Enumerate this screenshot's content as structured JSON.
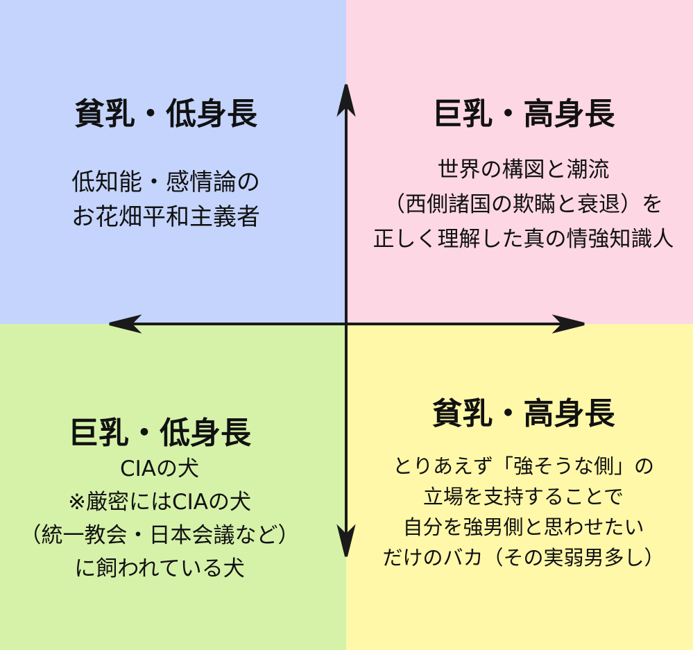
{
  "colors": {
    "top_left": "#c4d4fc",
    "top_right": "#fdd7e4",
    "bottom_left": "#d6f2a9",
    "bottom_right": "#fff8a9",
    "axis": "#1a1a1a"
  },
  "quadrants": {
    "top_left": {
      "title": "貧乳・低身長",
      "lines": [
        "低知能・感情論の",
        "お花畑平和主義者"
      ]
    },
    "top_right": {
      "title": "巨乳・高身長",
      "lines": [
        "世界の構図と潮流",
        "（西側諸国の欺瞞と衰退）を",
        "正しく理解した真の情強知識人"
      ]
    },
    "bottom_left": {
      "title": "巨乳・低身長",
      "lines": [
        "CIAの犬",
        "※厳密にはCIAの犬",
        "（統一教会・日本会議など）",
        "に飼われている犬"
      ]
    },
    "bottom_right": {
      "title": "貧乳・高身長",
      "lines": [
        "とりあえず「強そうな側」の",
        "立場を支持することで",
        "自分を強男側と思わせたい",
        "だけのバカ（その実弱男多し）"
      ]
    }
  }
}
